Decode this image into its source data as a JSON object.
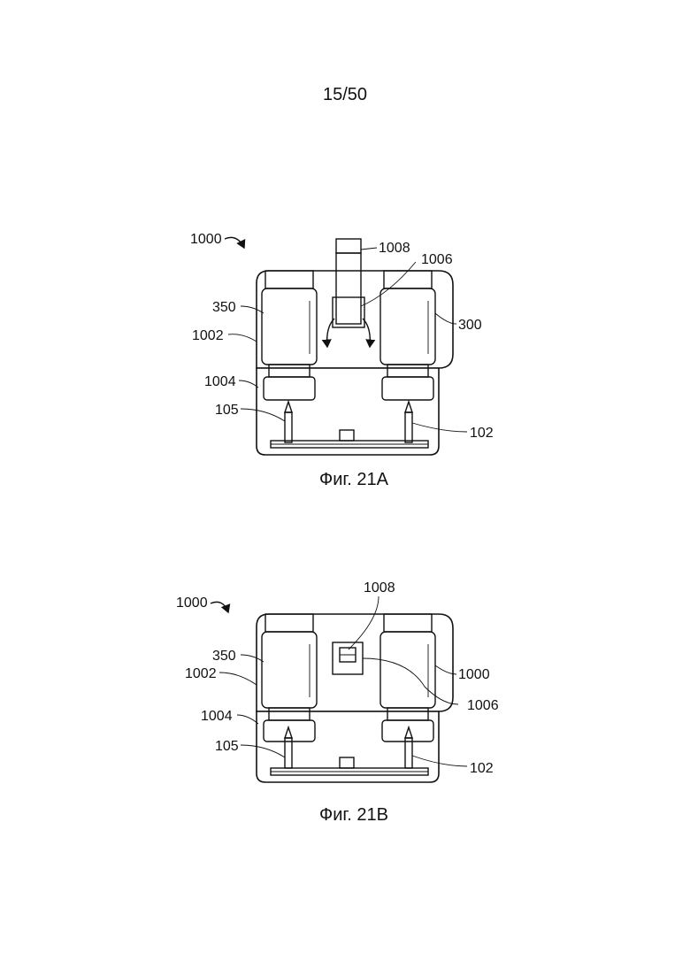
{
  "page_number": "15/50",
  "figures": [
    {
      "caption": "Фиг. 21A",
      "labels": {
        "assembly": "1000",
        "top": "1008",
        "connector": "1006",
        "left_vial": "350",
        "right_vial": "300",
        "upper_housing": "1002",
        "lower_housing": "1004",
        "left_needle": "105",
        "right_needle": "102"
      }
    },
    {
      "caption": "Фиг. 21B",
      "labels": {
        "assembly": "1000",
        "top": "1008",
        "connector": "1006",
        "left_vial": "350",
        "right_vial": "1000",
        "upper_housing": "1002",
        "lower_housing": "1004",
        "left_needle": "105",
        "right_needle": "102"
      }
    }
  ]
}
